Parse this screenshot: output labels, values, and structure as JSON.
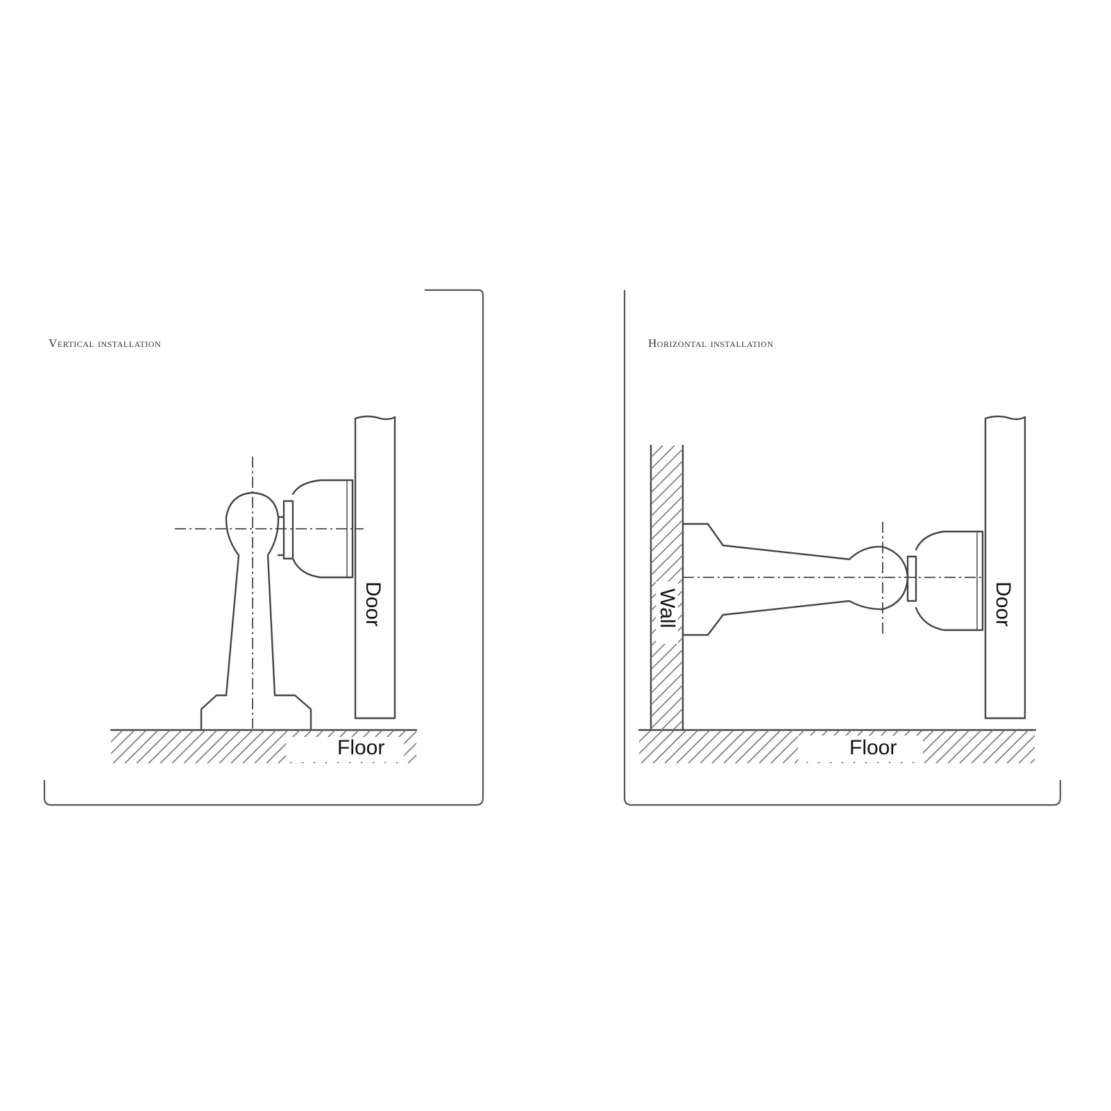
{
  "panels": {
    "vertical": {
      "caption": "Vertical installation",
      "door_label": "Door",
      "floor_label": "Floor"
    },
    "horizontal": {
      "caption": "Horizontal installation",
      "door_label": "Door",
      "wall_label": "Wall",
      "floor_label": "Floor"
    }
  },
  "colors": {
    "line": "#444444",
    "hatch": "#777777",
    "background": "#ffffff"
  }
}
